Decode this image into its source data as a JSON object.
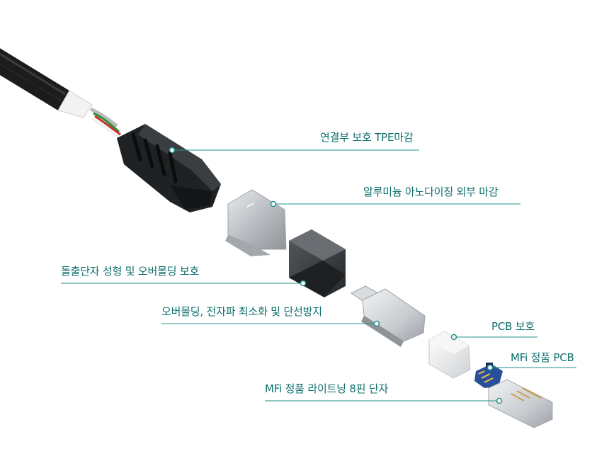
{
  "colors": {
    "accent": "#0d6f6a",
    "leader": "#23908a",
    "cable": "#1b1b1b",
    "aluminum": "#c8cbcf",
    "rubber": "#3a3d40",
    "pcb": "#2a4f9a"
  },
  "callouts": [
    {
      "id": "tpe",
      "text": "연결부 보호 TPE마감"
    },
    {
      "id": "aluminum",
      "text": "알루미늄 아노다이징 외부 마감"
    },
    {
      "id": "overmold",
      "text": "돌출단자 성형 및 오버몰딩 보호"
    },
    {
      "id": "emi",
      "text": "오버몰딩, 전자파 최소화 및 단선방지"
    },
    {
      "id": "pcb-guard",
      "text": "PCB 보호"
    },
    {
      "id": "mfi-pcb",
      "text": "MFi 정품 PCB"
    },
    {
      "id": "mfi-pin",
      "text": "MFi 정품 라이트닝 8핀 단자"
    }
  ]
}
